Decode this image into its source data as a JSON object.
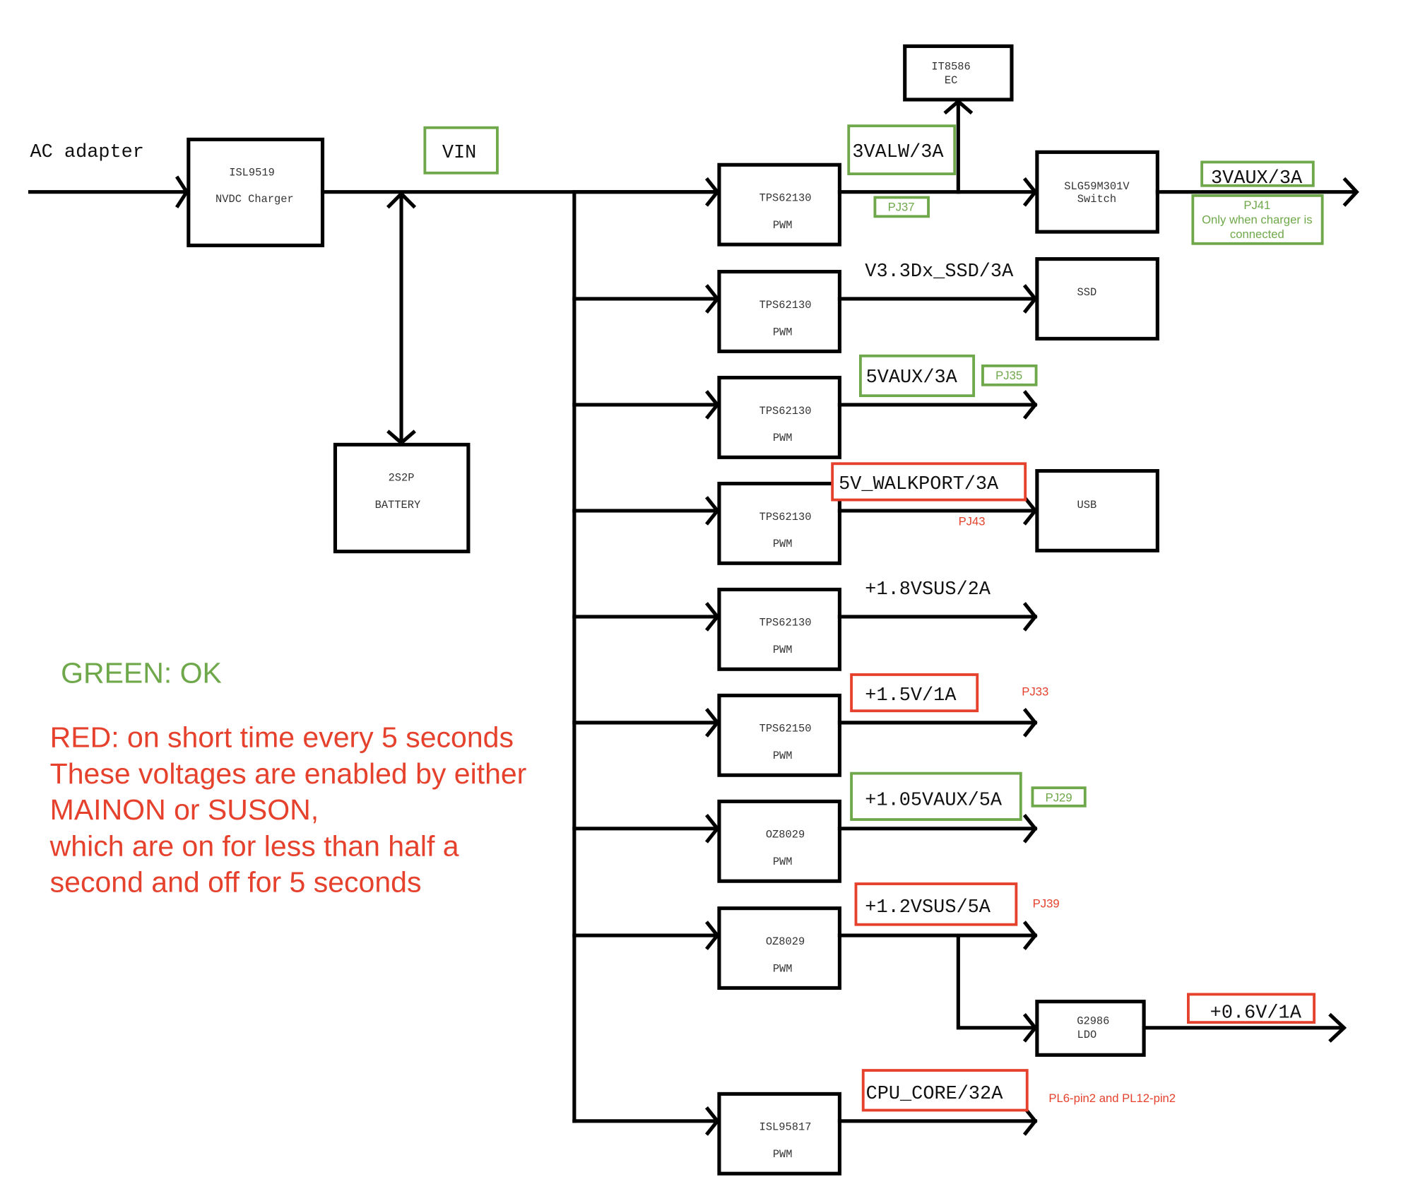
{
  "input": {
    "label": "AC adapter"
  },
  "charger": {
    "line1": "ISL9519",
    "line2": "NVDC Charger"
  },
  "vin": {
    "label": "VIN"
  },
  "battery": {
    "line1": "2S2P",
    "line2": "BATTERY"
  },
  "ec": {
    "line1": "IT8586",
    "line2": "EC"
  },
  "switch": {
    "line1": "SLG59M301V",
    "line2": "Switch"
  },
  "ssd": {
    "label": "SSD"
  },
  "usb": {
    "label": "USB"
  },
  "ldo": {
    "line1": "G2986",
    "line2": "LDO"
  },
  "regulators": [
    {
      "chip": "TPS62130",
      "type": "PWM"
    },
    {
      "chip": "TPS62130",
      "type": "PWM"
    },
    {
      "chip": "TPS62130",
      "type": "PWM"
    },
    {
      "chip": "TPS62130",
      "type": "PWM"
    },
    {
      "chip": "TPS62130",
      "type": "PWM"
    },
    {
      "chip": "TPS62150",
      "type": "PWM"
    },
    {
      "chip": "OZ8029",
      "type": "PWM"
    },
    {
      "chip": "OZ8029",
      "type": "PWM"
    },
    {
      "chip": "ISL95817",
      "type": "PWM"
    }
  ],
  "rails": {
    "r3valw": "3VALW/3A",
    "r3vaux": "3VAUX/3A",
    "r33ssd": "V3.3Dx_SSD/3A",
    "r5vaux": "5VAUX/3A",
    "r5vwalk": "5V_WALKPORT/3A",
    "r18": "+1.8VSUS/2A",
    "r15": "+1.5V/1A",
    "r105": "+1.05VAUX/5A",
    "r12": "+1.2VSUS/5A",
    "r06": "+0.6V/1A",
    "rcpu": "CPU_CORE/32A"
  },
  "testpoints": {
    "pj37": "PJ37",
    "pj41": "PJ41",
    "pj41_note1": "Only when charger is",
    "pj41_note2": "connected",
    "pj35": "PJ35",
    "pj43": "PJ43",
    "pj33": "PJ33",
    "pj29": "PJ29",
    "pj39": "PJ39",
    "cpu": "PL6-pin2 and PL12-pin2"
  },
  "legend": {
    "green": "GREEN: OK",
    "red_lines": [
      "RED: on short time every 5 seconds",
      "These voltages are enabled by either",
      "MAINON or SUSON,",
      "which are on for less than half a",
      "second and off for 5 seconds"
    ]
  },
  "colors": {
    "ok": "#6fa84a",
    "fault": "#e5412d"
  }
}
